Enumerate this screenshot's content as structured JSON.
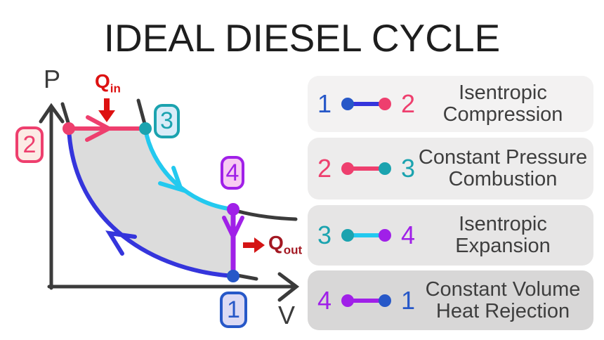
{
  "title": "IDEAL DIESEL CYCLE",
  "colors": {
    "title": "#1e1e1e",
    "axis": "#3b3b3b",
    "ink": "#3e3e3e",
    "cyclefill": "#dcdcdc",
    "p1": "#2758c8",
    "p2": "#ee3f6e",
    "p3": "#1ba3af",
    "p4": "#a020e8",
    "l12": "#3535dc",
    "l23": "#ee3f6e",
    "l34": "#23c9ef",
    "l41": "#a020e8",
    "qin": "#dd1111",
    "qoutarrow": "#d41414",
    "qouttext": "#a31822",
    "badge1bg": "#dcdaf4",
    "badge2bg": "#fcebe5",
    "badge3bg": "#d9ecf8",
    "badge4bg": "#f8cbf2",
    "row1bg": "#f3f2f2",
    "row2bg": "#edecec",
    "row3bg": "#e6e5e5",
    "row4bg": "#d8d7d7"
  },
  "diagram": {
    "y_axis_label": "P",
    "x_axis_label": "V",
    "heat_in": {
      "symbol": "Q",
      "sub": "in"
    },
    "heat_out": {
      "symbol": "Q",
      "sub": "out"
    },
    "badges": {
      "b1": "1",
      "b2": "2",
      "b3": "3",
      "b4": "4"
    },
    "icons": {
      "qin-arrow": "solid-red-down-arrow",
      "qout-arrow": "solid-red-right-arrow",
      "curve-arrows": "open-chevron-along-path"
    }
  },
  "legend": {
    "rows": [
      {
        "from": "1",
        "to": "2",
        "line1": "Isentropic",
        "line2": "Compression"
      },
      {
        "from": "2",
        "to": "3",
        "line1": "Constant Pressure",
        "line2": "Combustion"
      },
      {
        "from": "3",
        "to": "4",
        "line1": "Isentropic",
        "line2": "Expansion"
      },
      {
        "from": "4",
        "to": "1",
        "line1": "Constant Volume",
        "line2": "Heat Rejection"
      }
    ]
  }
}
